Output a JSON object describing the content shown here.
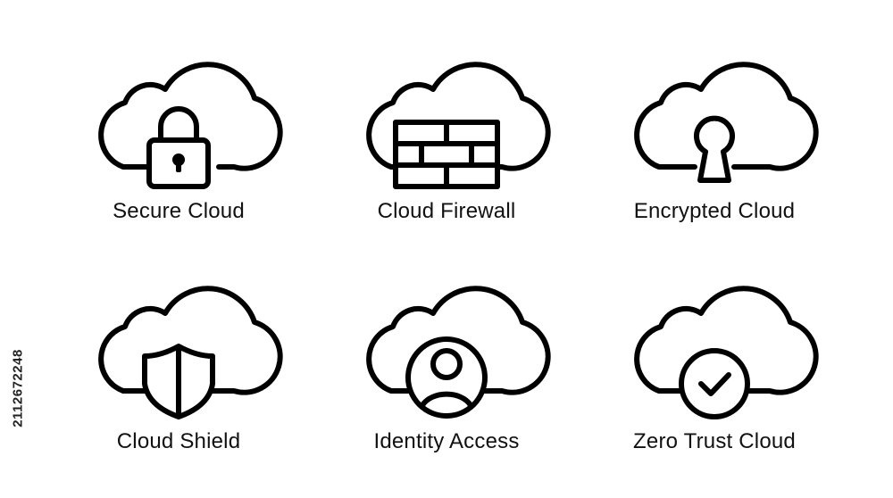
{
  "colors": {
    "background": "#ffffff",
    "icon_stroke": "#000000",
    "text": "#111111"
  },
  "side_id": "2112672248",
  "icons": [
    {
      "label": "Secure Cloud",
      "icon": "cloud-padlock-icon"
    },
    {
      "label": "Cloud Firewall",
      "icon": "cloud-firewall-icon"
    },
    {
      "label": "Encrypted Cloud",
      "icon": "cloud-keyhole-icon"
    },
    {
      "label": "Cloud Shield",
      "icon": "cloud-shield-icon"
    },
    {
      "label": "Identity Access",
      "icon": "cloud-user-icon"
    },
    {
      "label": "Zero Trust Cloud",
      "icon": "cloud-check-icon"
    }
  ]
}
